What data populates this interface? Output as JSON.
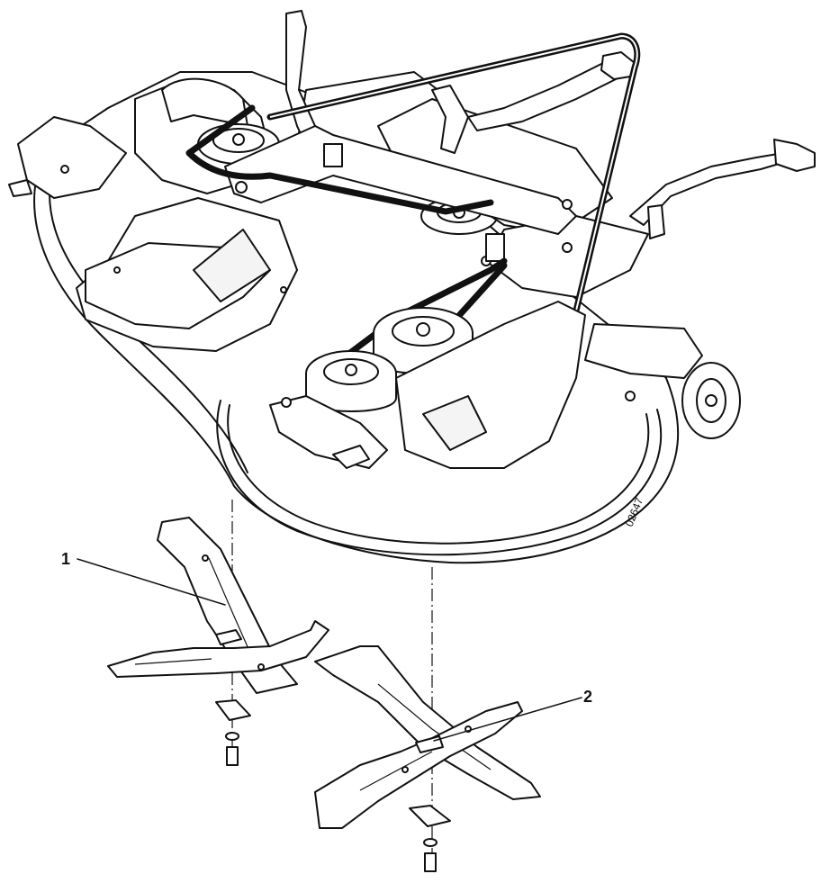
{
  "diagram": {
    "callouts": [
      {
        "label": "1"
      },
      {
        "label": "2"
      }
    ],
    "figure_number": "02647"
  }
}
